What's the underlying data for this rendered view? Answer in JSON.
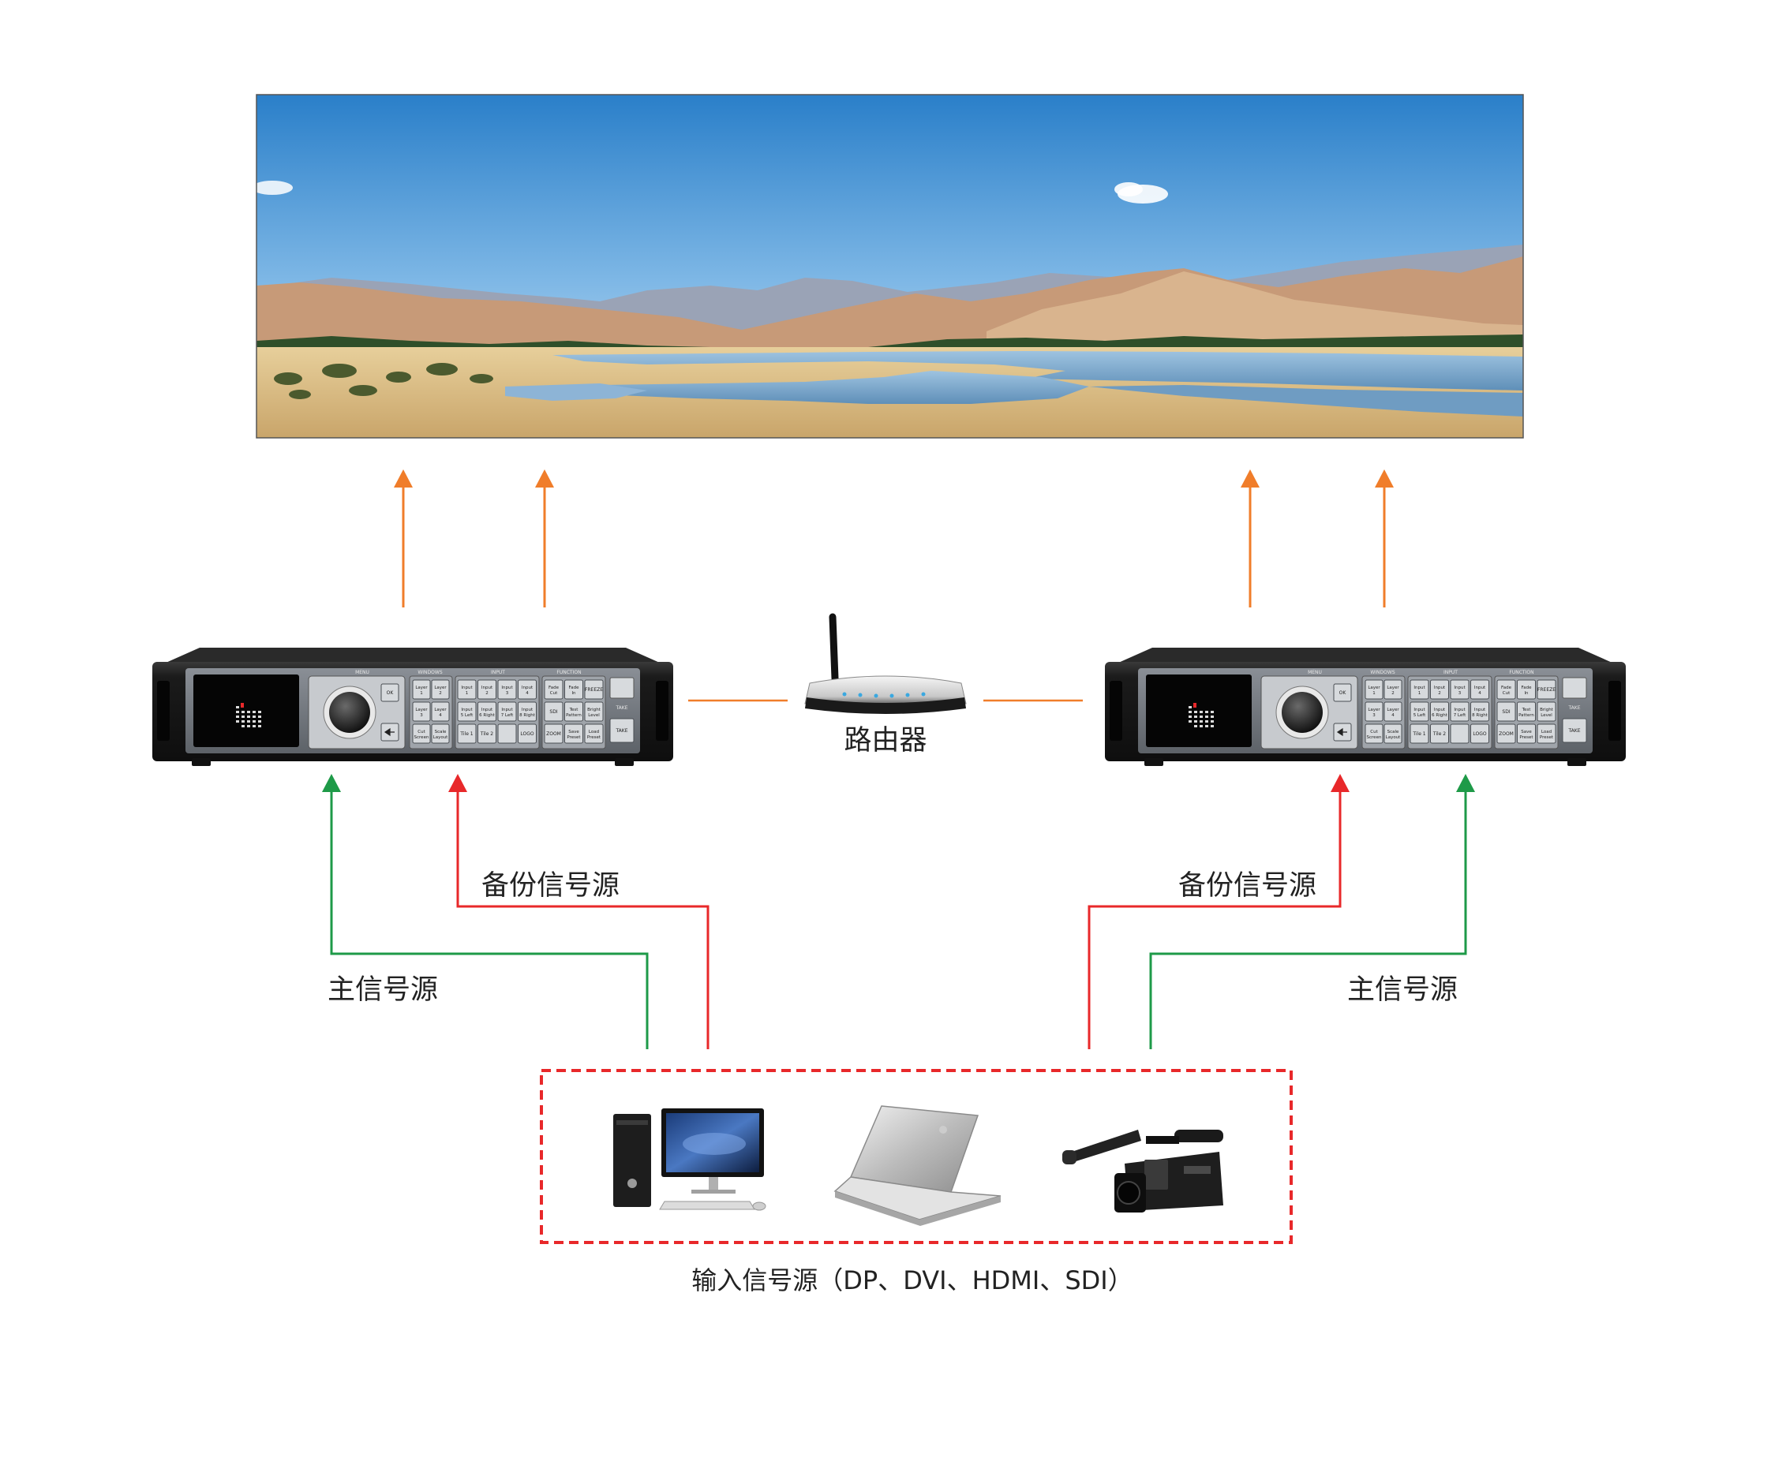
{
  "labels": {
    "router": "路由器",
    "backup_left": "备份信号源",
    "backup_right": "备份信号源",
    "main_left": "主信号源",
    "main_right": "主信号源",
    "input_sources": "输入信号源（DP、DVI、HDMI、SDI）"
  },
  "device_panel": {
    "sections": [
      "MENU",
      "WINDOWS",
      "INPUT",
      "FUNCTION"
    ],
    "ok_label": "OK",
    "take_label": "TAKE",
    "window_keys": [
      "Layer 1",
      "Layer 2",
      "Layer 3",
      "Layer 4",
      "Cut Screen",
      "Scale Layout"
    ],
    "input_keys": [
      "Input 1",
      "Input 2",
      "Input 3",
      "Input 4",
      "Input 5 Left",
      "Input 6 Right",
      "Input 7 Left",
      "Input 8 Right",
      "Tile 1",
      "Tile 2",
      "",
      "LOGO"
    ],
    "function_keys": [
      "Fade Cut",
      "Fade In",
      "FREEZE",
      "SDI",
      "Test Pattern",
      "Bright Level",
      "ZOOM",
      "Save Preset",
      "Load Preset"
    ]
  },
  "colors": {
    "output_arrow": "#f07d2a",
    "backup_line": "#e8282a",
    "main_line": "#1e9a48",
    "network_line": "#f07d2a",
    "input_frame": "#e8282a"
  },
  "icons": [
    "landscape-display",
    "video-processor",
    "wifi-router",
    "desktop-computer",
    "laptop",
    "video-camera"
  ]
}
